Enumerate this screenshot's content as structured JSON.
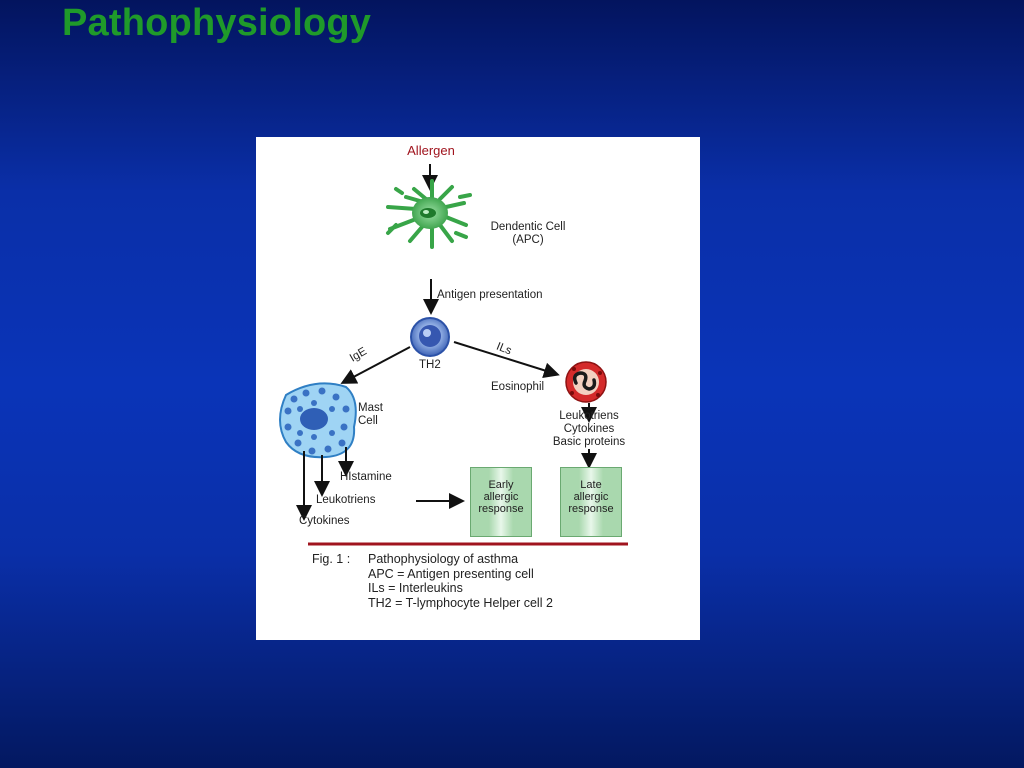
{
  "slide": {
    "title": "Pathophysiology",
    "title_color": "#1f9a2a",
    "background_color": "#0a34b8"
  },
  "figure": {
    "allergen": "Allergen",
    "dendritic_cell": {
      "line1": "Dendentic Cell",
      "line2": "(APC)"
    },
    "antigen_presentation": "Antigen presentation",
    "th2": "TH2",
    "ige": "IgE",
    "ils": "ILs",
    "eosinophil": "Eosinophil",
    "mast_cell": {
      "line1": "Mast",
      "line2": "Cell"
    },
    "eosinophil_products": [
      "Leukotriens",
      "Cytokines",
      "Basic proteins"
    ],
    "mast_products": {
      "histamine": "HIstamine",
      "leukotriens": "Leukotriens",
      "cytokines": "Cytokines"
    },
    "early_response": [
      "Early",
      "allergic",
      "response"
    ],
    "late_response": [
      "Late",
      "allergic",
      "response"
    ],
    "caption": {
      "fig_label": "Fig. 1 :",
      "line1": "Pathophysiology of asthma",
      "line2": "APC = Antigen presenting cell",
      "line3": "ILs = Interleukins",
      "line4": "TH2 = T-lymphocyte Helper cell 2"
    },
    "colors": {
      "dendritic": "#3aa84a",
      "th2": "#4a78c8",
      "mast": "#3c8fd0",
      "eosinophil": "#d42a2a",
      "divider": "#a0141e",
      "response_box": "#a9d8ae"
    }
  }
}
